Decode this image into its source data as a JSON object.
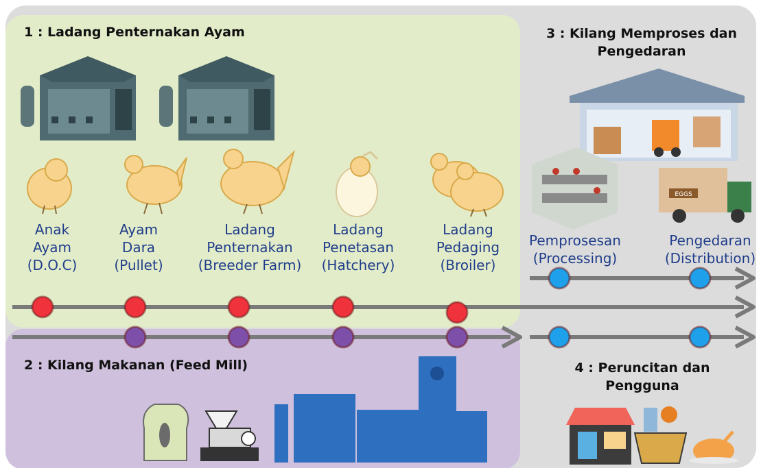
{
  "sections": {
    "farm": {
      "title": "1 : Ladang Penternakan Ayam"
    },
    "feed": {
      "title": "2 : Kilang Makanan (Feed Mill)"
    },
    "processing": {
      "title_line1": "3 : Kilang Memproses dan",
      "title_line2": "Pengedaran"
    },
    "retail": {
      "title_line1": "4 : Peruncitan dan",
      "title_line2": "Pengguna"
    }
  },
  "farm_stages": [
    {
      "line1": "Anak",
      "line2": "Ayam",
      "line3": "(D.O.C)"
    },
    {
      "line1": "Ayam",
      "line2": "Dara",
      "line3": "(Pullet)"
    },
    {
      "line1": "Ladang",
      "line2": "Penternakan",
      "line3": "(Breeder Farm)"
    },
    {
      "line1": "Ladang",
      "line2": "Penetasan",
      "line3": "(Hatchery)"
    },
    {
      "line1": "Ladang",
      "line2": "Pedaging",
      "line3": "(Broiler)"
    }
  ],
  "processing_stages": [
    {
      "line1": "Pemprosesan",
      "line2": "(Processing)"
    },
    {
      "line1": "Pengedaran",
      "line2": "(Distribution)"
    }
  ],
  "truck_label": "EGGS",
  "colors": {
    "farm_node": "#f0323c",
    "feed_node": "#7d4fa8",
    "process_node": "#1ea0ea",
    "arrow": "#7a7a7a",
    "label_text": "#1f3d8a",
    "feed_machinery": "#2f6fc0"
  }
}
